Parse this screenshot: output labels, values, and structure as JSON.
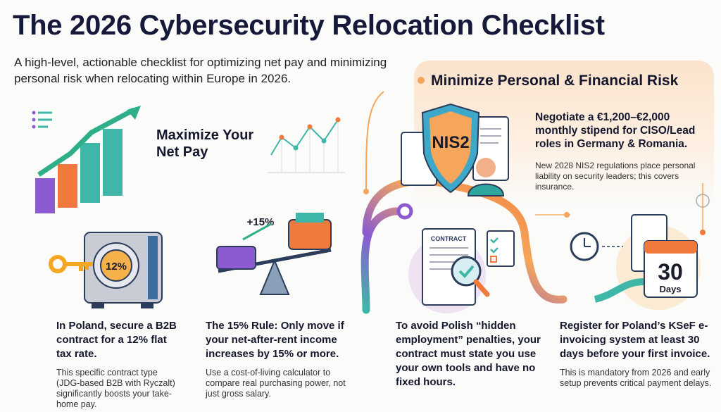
{
  "title": "The 2026 Cybersecurity Relocation Checklist",
  "subtitle": "A high-level, actionable checklist for optimizing net pay and minimizing personal risk when relocating within Europe in 2026.",
  "net_pay_section": {
    "heading": "Maximize Your Net Pay",
    "safe_badge": "12%",
    "scale_badge": "+15%"
  },
  "risk_section": {
    "heading": "Minimize Personal & Financial Risk",
    "shield_label": "NIS2",
    "main": "Negotiate a €1,200–€2,000 monthly stipend for CISO/Lead roles in Germany & Romania.",
    "sub": "New 2028 NIS2 regulations place personal liability on security leaders; this covers insurance."
  },
  "illustrations": {
    "contract_label": "CONTRACT",
    "calendar_number": "30",
    "calendar_unit": "Days"
  },
  "items": [
    {
      "heading": "In Poland, secure a B2B contract for a 12% flat tax rate.",
      "body": "This specific contract type (JDG-based B2B with Ryczalt) significantly boosts your take-home pay."
    },
    {
      "heading": "The 15% Rule: Only move if your net-after-rent income increases by 15% or more.",
      "body": "Use a cost-of-living calculator to compare real purchasing power, not just gross salary."
    },
    {
      "heading": "To avoid Polish “hidden employment” penalties, your contract must state you use your own tools and have no fixed hours.",
      "body": ""
    },
    {
      "heading": "Register for Poland’s KSeF e-invoicing system at least 30 days before your first invoice.",
      "body": "This is mandatory from 2026 and early setup prevents critical payment delays."
    }
  ],
  "colors": {
    "title": "#17193a",
    "orange": "#f07a3c",
    "purple": "#8c5bd0",
    "teal": "#3fb7a8",
    "peach_panel": "#fbe3cc",
    "navy": "#2b3d5a"
  }
}
